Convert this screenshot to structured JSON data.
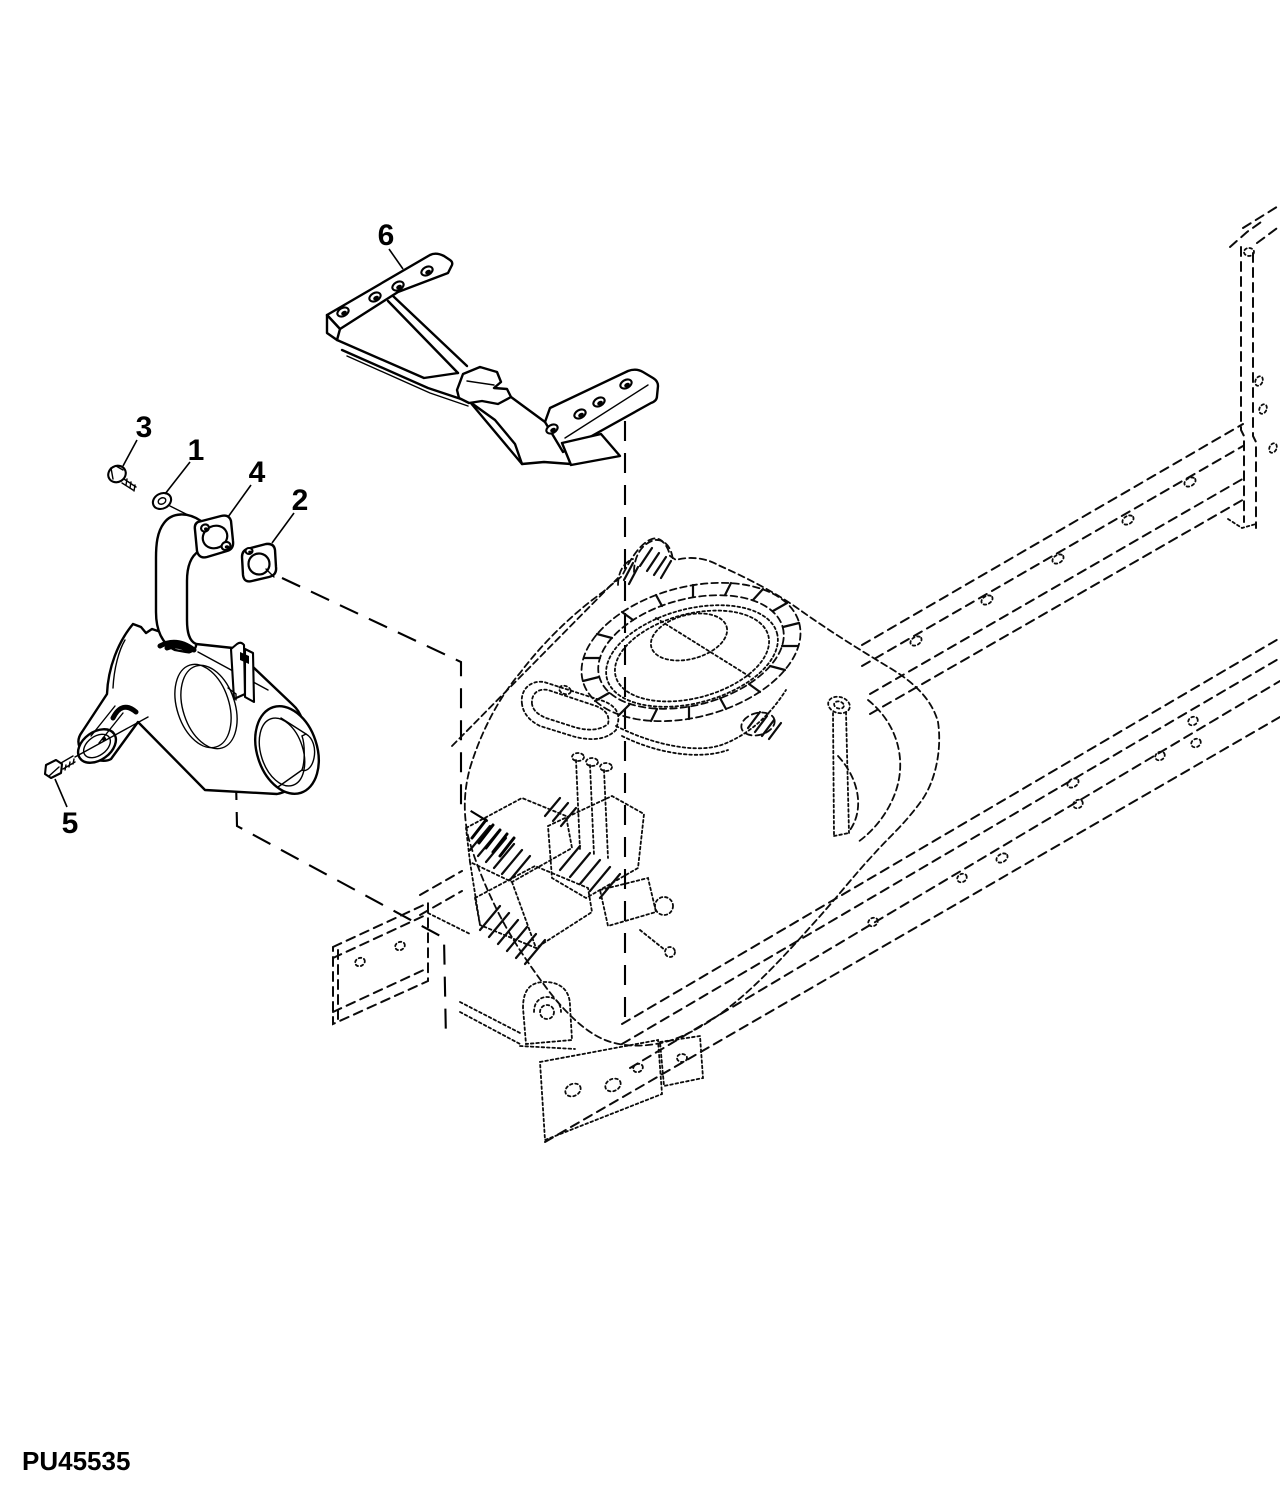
{
  "figure": {
    "code": "PU45535",
    "background_color": "#ffffff",
    "line_color": "#000000"
  },
  "callouts": {
    "c1": {
      "label": "1"
    },
    "c2": {
      "label": "2"
    },
    "c3": {
      "label": "3"
    },
    "c4": {
      "label": "4"
    },
    "c5": {
      "label": "5"
    },
    "c6": {
      "label": "6"
    }
  }
}
